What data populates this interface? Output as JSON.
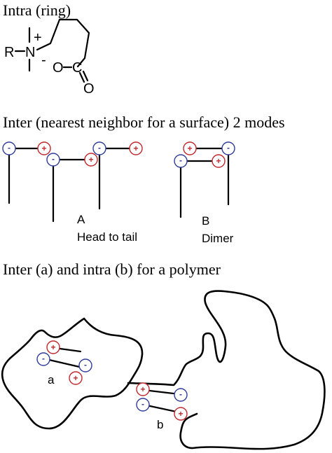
{
  "headings": {
    "intra": "Intra (ring)",
    "inter_surface": "Inter (nearest neighbor for a surface) 2 modes",
    "polymer": "Inter (a) and intra (b) for a polymer"
  },
  "molecule": {
    "r": "R",
    "n": "N",
    "plus": "+",
    "minus": "-",
    "o1": "O",
    "c": "C",
    "o2": "O"
  },
  "modes": {
    "a_letter": "A",
    "a_text": "Head to tail",
    "b_letter": "B",
    "b_text": "Dimer"
  },
  "polymer_labels": {
    "a": "a",
    "b": "b"
  },
  "charges": {
    "positive_symbol": "+",
    "negative_symbol": "-",
    "positive_color": "#c0282d",
    "negative_color": "#2f3d9a"
  },
  "colors": {
    "nitrogen": "#d0202a",
    "oxygen": "#1d2fa3"
  }
}
